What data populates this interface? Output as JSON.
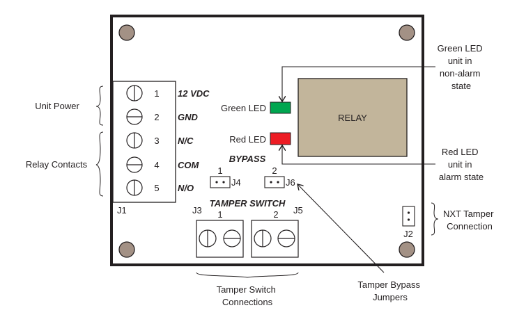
{
  "board": {
    "terminal_block": {
      "id": "J1",
      "terminals": [
        {
          "num": "1",
          "label": "12 VDC",
          "screw": "vertical"
        },
        {
          "num": "2",
          "label": "GND",
          "screw": "horizontal"
        },
        {
          "num": "3",
          "label": "N/C",
          "screw": "vertical"
        },
        {
          "num": "4",
          "label": "COM",
          "screw": "horizontal"
        },
        {
          "num": "5",
          "label": "N/O",
          "screw": "vertical"
        }
      ]
    },
    "leds": {
      "green": {
        "label": "Green LED",
        "color": "#00a650"
      },
      "red": {
        "label": "Red LED",
        "color": "#ed1c24"
      }
    },
    "relay": {
      "label": "RELAY",
      "color": "#c2b59b"
    },
    "bypass": {
      "title": "BYPASS",
      "jumpers": [
        {
          "num": "1",
          "id": "J4"
        },
        {
          "num": "2",
          "id": "J6"
        }
      ]
    },
    "tamper_switch": {
      "title": "TAMPER SWITCH",
      "blocks": [
        {
          "num": "1",
          "id": "J3"
        },
        {
          "num": "2",
          "id": "J5"
        }
      ]
    },
    "nxt_jumper": {
      "id": "J2"
    },
    "mount_hole_color": "#a39185"
  },
  "callouts": {
    "unit_power": "Unit Power",
    "relay_contacts": "Relay Contacts",
    "green_led_state": [
      "Green LED",
      "unit in",
      "non-alarm",
      "state"
    ],
    "red_led_state": [
      "Red LED",
      "unit in",
      "alarm state"
    ],
    "nxt_tamper": [
      "NXT Tamper",
      "Connection"
    ],
    "tamper_switch_connections": [
      "Tamper Switch",
      "Connections"
    ],
    "tamper_bypass_jumpers": [
      "Tamper Bypass",
      "Jumpers"
    ]
  }
}
